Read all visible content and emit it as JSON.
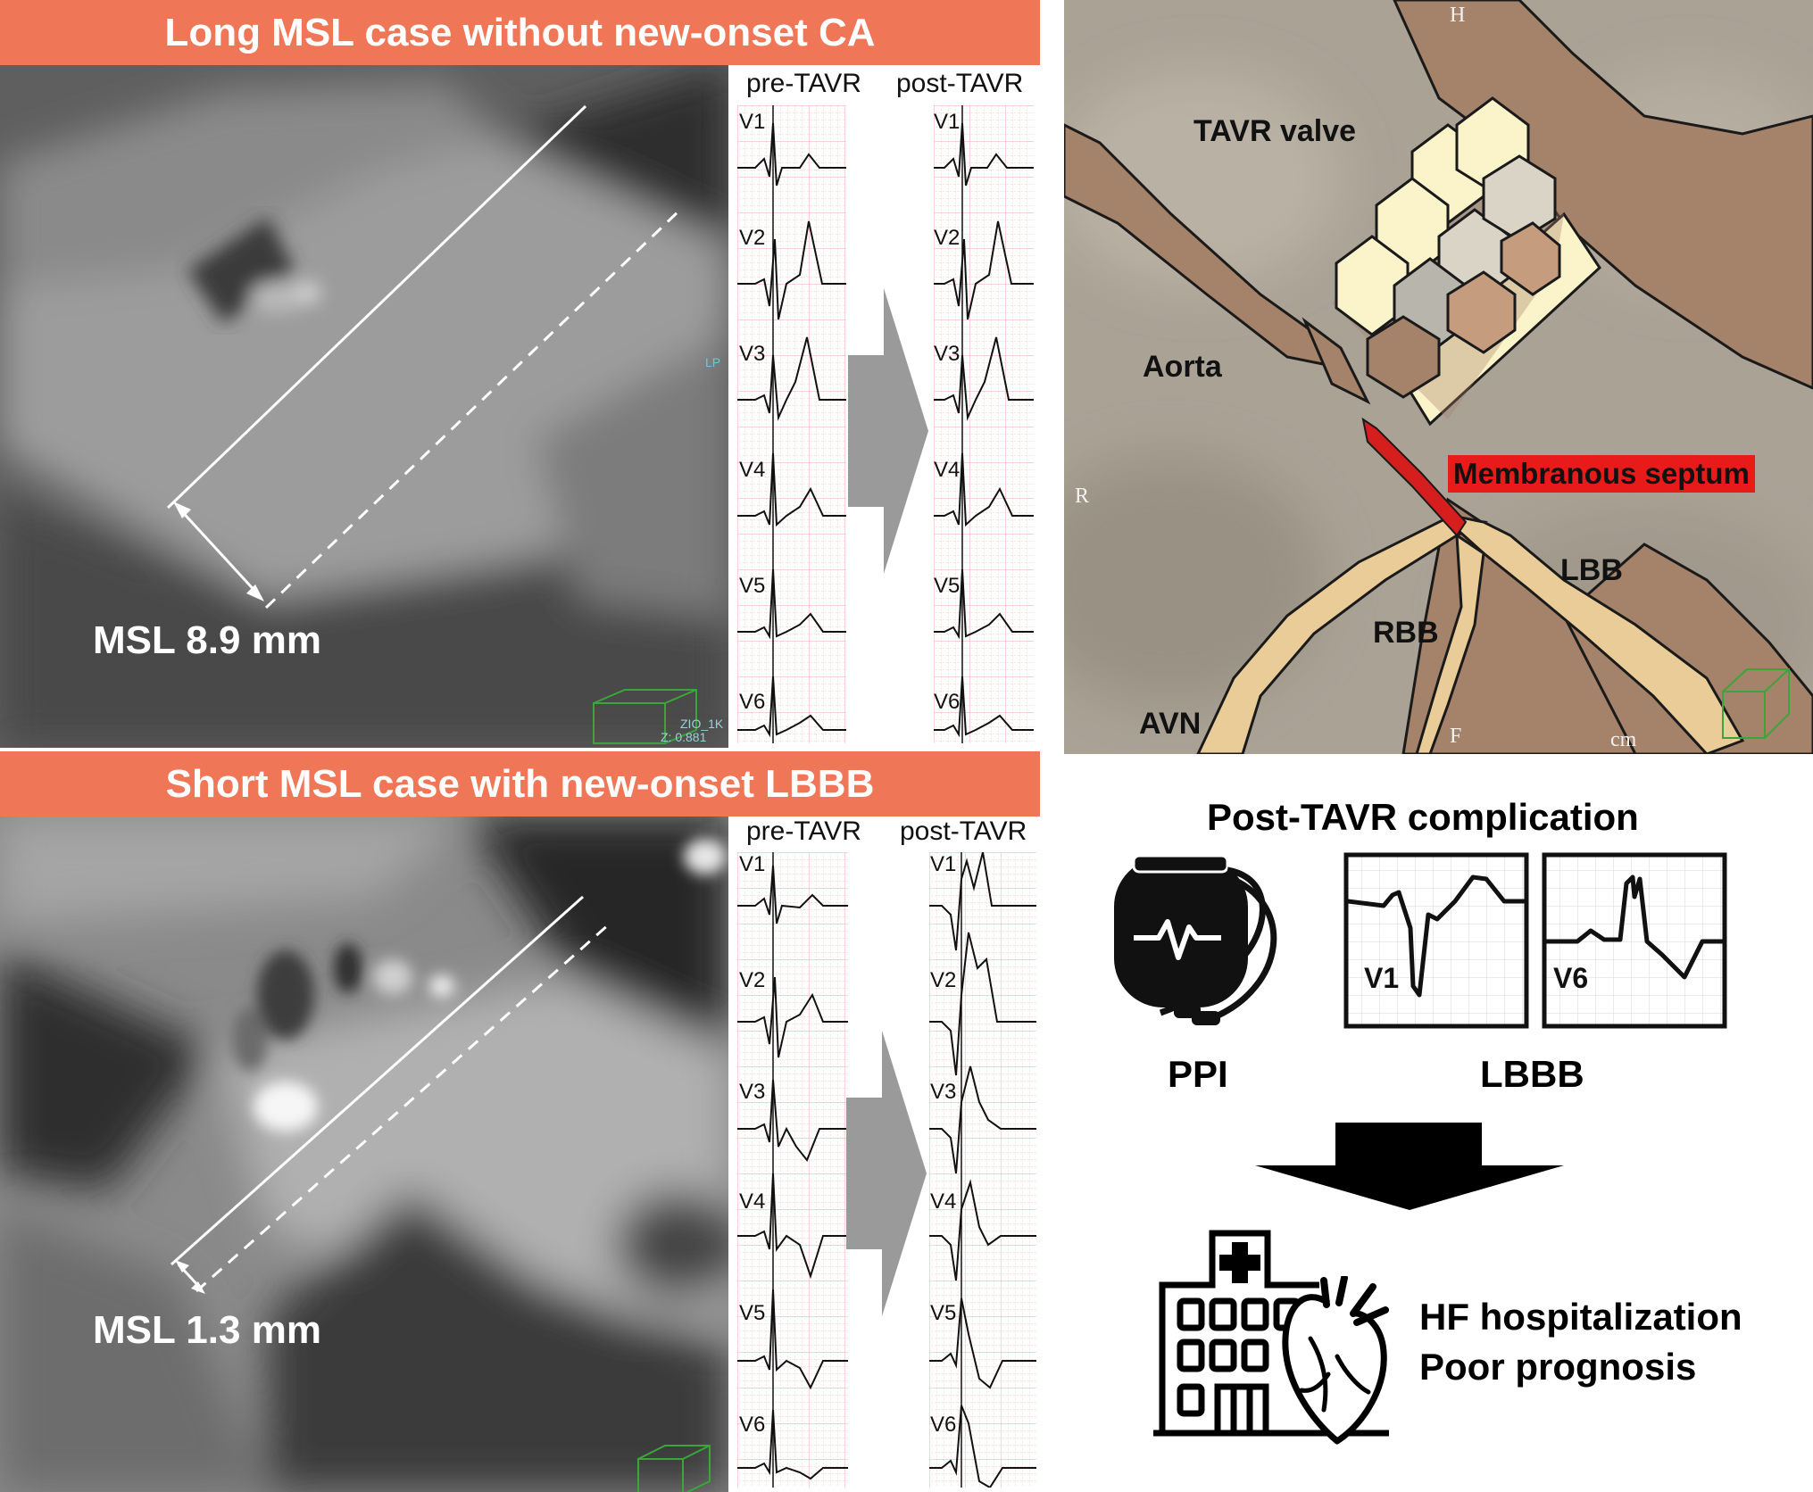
{
  "top_case": {
    "banner": "Long MSL case without new-onset CA",
    "msl_label": "MSL 8.9 mm",
    "ct_overlay_lp": "LP",
    "ct_overlay_zio": "ZIO_1K",
    "ct_overlay_z": "Z: 0.881",
    "ecg_pre_title": "pre-TAVR",
    "ecg_post_title": "post-TAVR"
  },
  "bottom_case": {
    "banner": "Short MSL case with new-onset LBBB",
    "msl_label": "MSL 1.3 mm",
    "ecg_pre_title": "pre-TAVR",
    "ecg_post_title": "post-TAVR"
  },
  "leads": [
    "V1",
    "V2",
    "V3",
    "V4",
    "V5",
    "V6"
  ],
  "anatomy": {
    "tavr_valve": "TAVR valve",
    "aorta": "Aorta",
    "membranous_septum": "Membranous septum",
    "lbb": "LBB",
    "rbb": "RBB",
    "avn": "AVN",
    "orient_h": "H",
    "orient_r": "R",
    "orient_f": "F",
    "unit_cm": "cm",
    "colors": {
      "background": "#a9a195",
      "tissue": "#a5826a",
      "conduction": "#e9cc98",
      "septum": "#d61e1e",
      "valve_frame": "#fbf3c9"
    }
  },
  "complication": {
    "title": "Post-TAVR complication",
    "ppi_label": "PPI",
    "lbbb_label": "LBBB",
    "ecg_v1": "V1",
    "ecg_v6": "V6",
    "outcome_line1": "HF hospitalization",
    "outcome_line2": "Poor prognosis",
    "icons": [
      "pacemaker-icon",
      "hospital-icon",
      "heart-icon",
      "down-arrow-icon"
    ]
  },
  "colors": {
    "banner": "#ef7657",
    "ecg_grid": "#f3b3b3"
  }
}
